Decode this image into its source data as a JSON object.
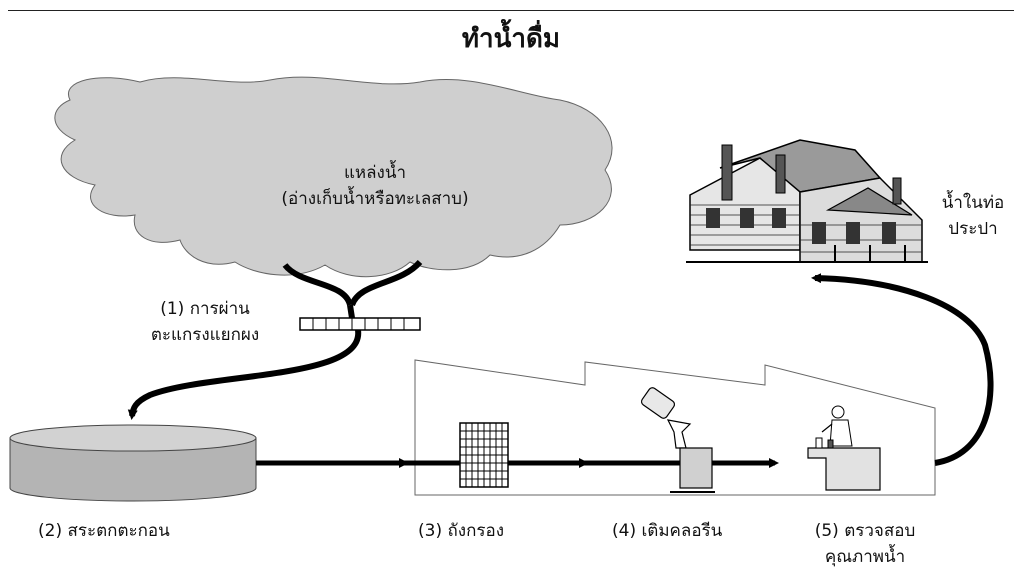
{
  "title": "ทำน้ำดื่ม",
  "source": {
    "line1": "แหล่งน้ำ",
    "line2": "(อ่างเก็บน้ำหรือทะเลสาบ)"
  },
  "steps": [
    {
      "line1": "(1) การผ่าน",
      "line2": "ตะแกรงแยกผง"
    },
    {
      "line1": "(2) สระตกตะกอน"
    },
    {
      "line1": "(3) ถังกรอง"
    },
    {
      "line1": "(4) เติมคลอรีน"
    },
    {
      "line1": "(5) ตรวจสอบ",
      "line2": "คุณภาพน้ำ"
    }
  ],
  "destination": {
    "line1": "น้ำในท่อ",
    "line2": "ประปา"
  },
  "icons": [
    "cloud-water-source",
    "screen-grid-icon",
    "settling-tank-icon",
    "filter-tank-icon",
    "chlorine-bottle-icon",
    "lab-test-icon",
    "house-icon"
  ],
  "colors": {
    "cloud": "#cfcfcf",
    "tank": "#b4b4b4",
    "arrow": "#000000"
  }
}
